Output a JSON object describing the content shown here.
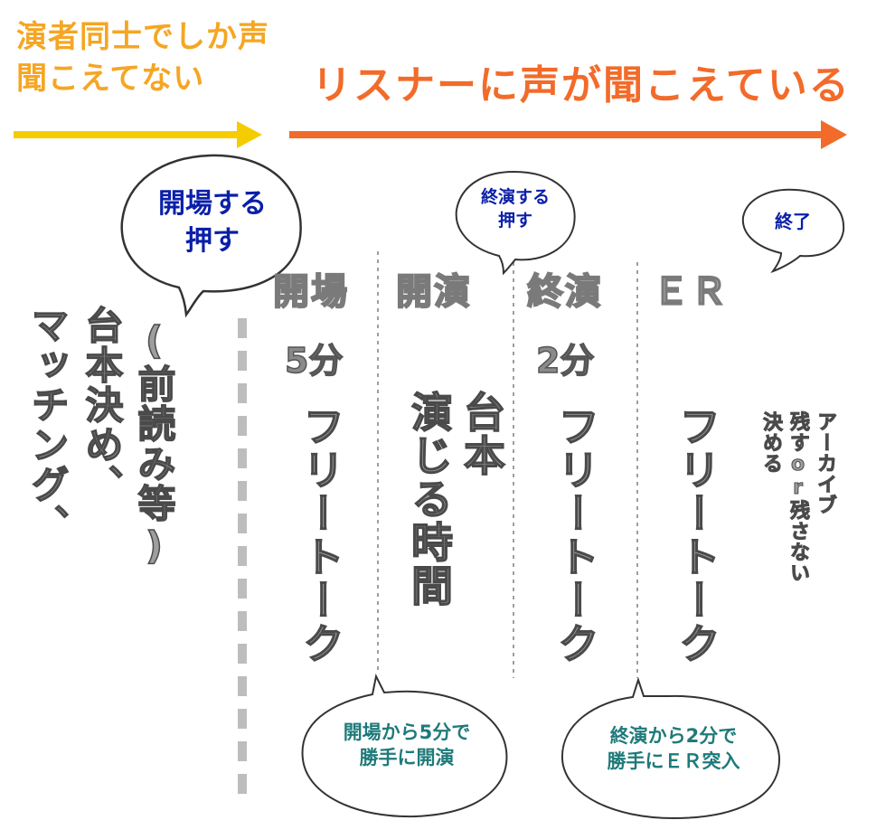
{
  "header": {
    "left_text": "演者同士でしか声聞こえてない",
    "right_text": "リスナーに声が聞こえている",
    "left_color": "#F5CC00",
    "right_color": "#F26B2A"
  },
  "left_panel": {
    "col1": "マッチング、",
    "col2": "台本決め、",
    "col3": "(前読み等)"
  },
  "phases": [
    {
      "label": "開場",
      "duration": "5分",
      "body": "フリートーク"
    },
    {
      "label": "開演",
      "duration": "",
      "body_right": "台本",
      "body_left": "演じる時間"
    },
    {
      "label": "終演",
      "duration": "2分",
      "body": "フリートーク"
    },
    {
      "label": "ＥＲ",
      "duration": "",
      "body": "フリートーク",
      "note_right": "アーカイブ",
      "note_mid": "残すor残さない",
      "note_left": "決める"
    }
  ],
  "bubbles": {
    "open_push": {
      "line1": "開場する",
      "line2": "押す"
    },
    "end_push": {
      "line1": "終演する",
      "line2": "押す"
    },
    "finish": "終了",
    "auto_start": {
      "line1": "開場から5分で",
      "line2": "勝手に開演"
    },
    "auto_er": {
      "line1": "終演から2分で",
      "line2": "勝手にＥＲ突入"
    }
  }
}
